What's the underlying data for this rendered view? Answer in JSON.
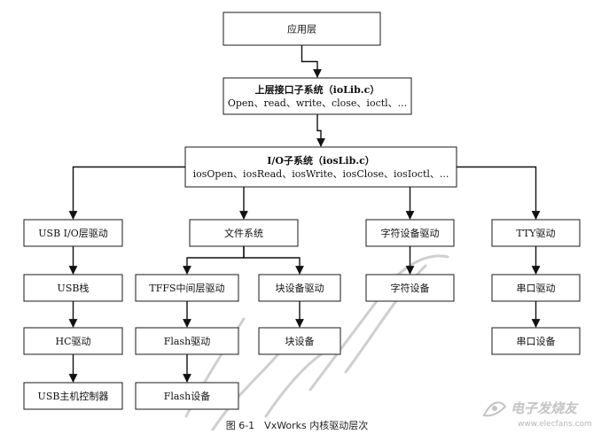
{
  "nodes": [
    {
      "id": "app-layer",
      "lines": [
        "应用层"
      ]
    },
    {
      "id": "iolib",
      "lines": [
        "上层接口子系统（ioLib.c）",
        "Open、read、write、close、ioctl、..."
      ]
    },
    {
      "id": "ios",
      "lines": [
        "I/O子系统（iosLib.c）",
        "iosOpen、iosRead、iosWrite、iosClose、iosIoctl、..."
      ]
    },
    {
      "id": "usb-io",
      "lines": [
        "USB I/O层驱动"
      ]
    },
    {
      "id": "filesystem",
      "lines": [
        "文件系统"
      ]
    },
    {
      "id": "char-drv",
      "lines": [
        "字符设备驱动"
      ]
    },
    {
      "id": "tty-drv",
      "lines": [
        "TTY驱动"
      ]
    },
    {
      "id": "usb-stack",
      "lines": [
        "USB栈"
      ]
    },
    {
      "id": "tffs",
      "lines": [
        "TFFS中间层驱动"
      ]
    },
    {
      "id": "block-drv",
      "lines": [
        "块设备驱动"
      ]
    },
    {
      "id": "char-dev",
      "lines": [
        "字符设备"
      ]
    },
    {
      "id": "serial-drv",
      "lines": [
        "串口驱动"
      ]
    },
    {
      "id": "hc-drv",
      "lines": [
        "HC驱动"
      ]
    },
    {
      "id": "flash-drv",
      "lines": [
        "Flash驱动"
      ]
    },
    {
      "id": "block-dev",
      "lines": [
        "块设备"
      ]
    },
    {
      "id": "serial-dev",
      "lines": [
        "串口设备"
      ]
    },
    {
      "id": "usb-host",
      "lines": [
        "USB主机控制器"
      ]
    },
    {
      "id": "flash-dev",
      "lines": [
        "Flash设备"
      ]
    }
  ],
  "edges": [
    {
      "from": "app-layer",
      "to": "iolib"
    },
    {
      "from": "iolib",
      "to": "ios"
    },
    {
      "from": "ios",
      "to": "usb-io"
    },
    {
      "from": "ios",
      "to": "filesystem"
    },
    {
      "from": "ios",
      "to": "char-drv"
    },
    {
      "from": "ios",
      "to": "tty-drv"
    },
    {
      "from": "usb-io",
      "to": "usb-stack"
    },
    {
      "from": "filesystem",
      "to": "tffs"
    },
    {
      "from": "filesystem",
      "to": "block-drv"
    },
    {
      "from": "char-drv",
      "to": "char-dev"
    },
    {
      "from": "tty-drv",
      "to": "serial-drv"
    },
    {
      "from": "usb-stack",
      "to": "hc-drv"
    },
    {
      "from": "tffs",
      "to": "flash-drv"
    },
    {
      "from": "block-drv",
      "to": "block-dev"
    },
    {
      "from": "serial-drv",
      "to": "serial-dev"
    },
    {
      "from": "hc-drv",
      "to": "usb-host"
    },
    {
      "from": "flash-drv",
      "to": "flash-dev"
    }
  ],
  "caption": "图 6-1　VxWorks 内核驱动层次",
  "logo": {
    "cn": "电子发烧友",
    "url": "www.elecfans.com"
  }
}
